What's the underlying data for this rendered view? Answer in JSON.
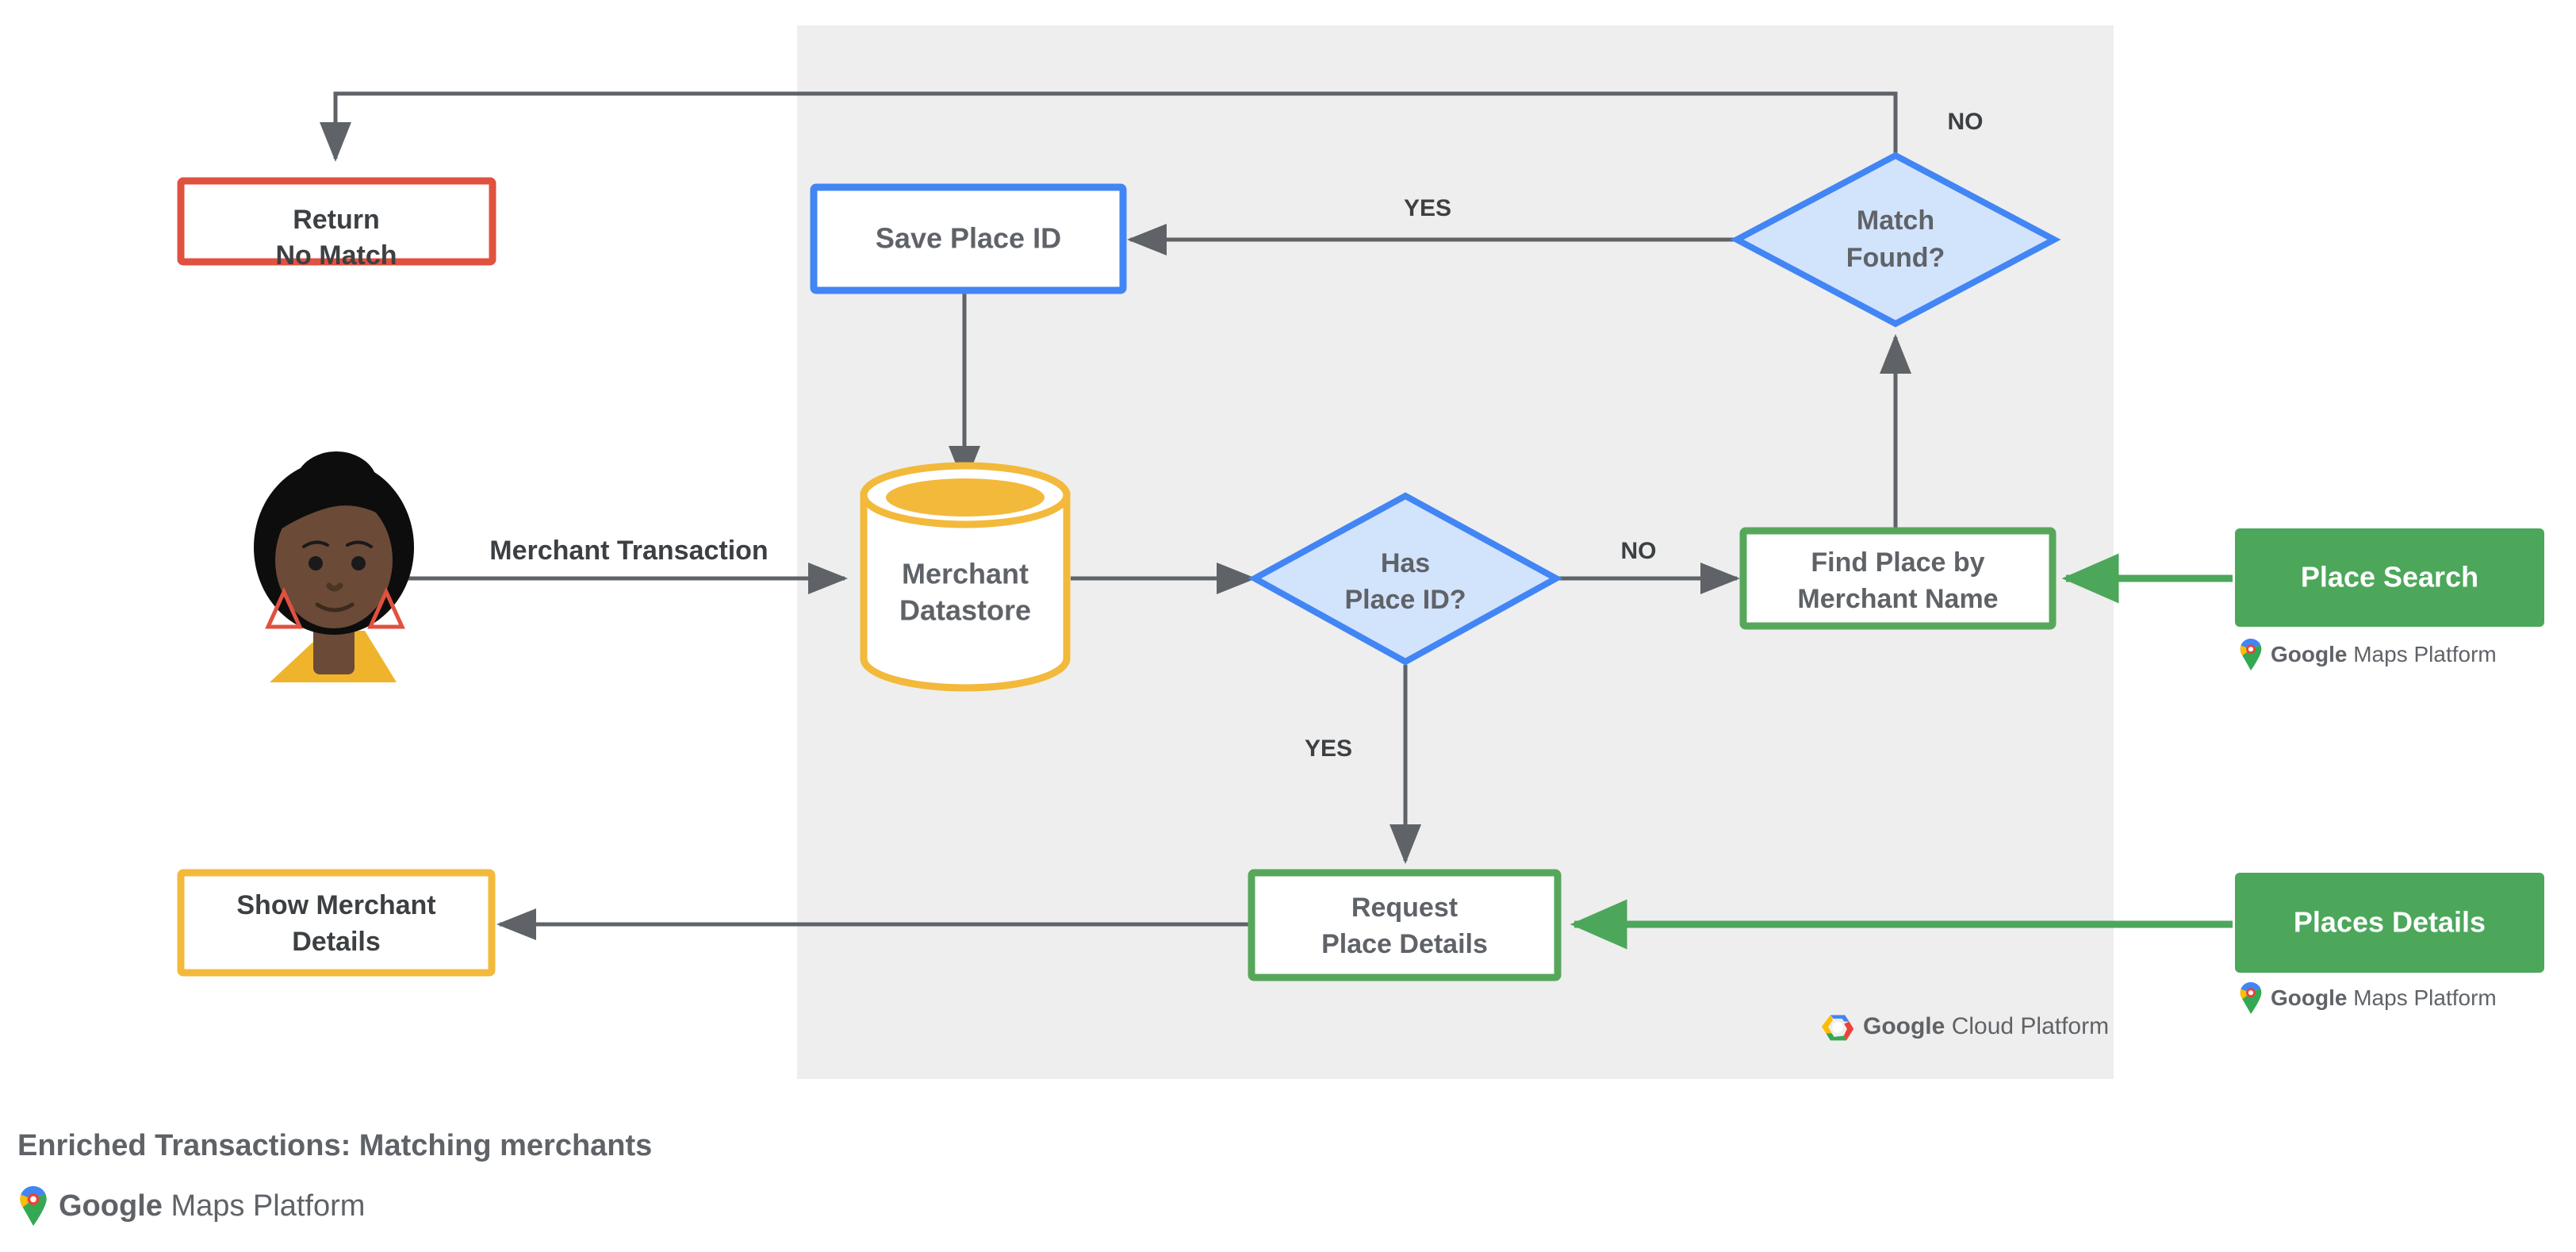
{
  "diagram": {
    "type": "flowchart",
    "title": "Enriched Transactions: Matching merchants",
    "platform_logo": {
      "icon": "google-maps-pin-icon",
      "brand": "Google",
      "product": "Maps Platform"
    },
    "panel": {
      "name": "google-cloud-platform-panel",
      "logo": {
        "icon": "google-cloud-hexagon-icon",
        "brand": "Google",
        "product": "Cloud Platform"
      }
    },
    "actor": {
      "name": "merchant-customer-avatar",
      "label": ""
    },
    "nodes": [
      {
        "id": "return-no-match",
        "shape": "rect",
        "line1": "Return",
        "line2": "No Match",
        "border": "#E0513F",
        "fill": "#FFFFFF",
        "text": "#3c4043"
      },
      {
        "id": "save-place-id",
        "shape": "rect",
        "line1": "Save Place ID",
        "line2": "",
        "border": "#4285F4",
        "fill": "#FFFFFF",
        "text": "#5f6368"
      },
      {
        "id": "match-found",
        "shape": "diamond",
        "line1": "Match",
        "line2": "Found?",
        "border": "#4285F4",
        "fill": "#D2E3FC",
        "text": "#5f6368"
      },
      {
        "id": "merchant-datastore",
        "shape": "cylinder",
        "line1": "Merchant",
        "line2": "Datastore",
        "border": "#F2B93B",
        "fill": "#FFFFFF",
        "text": "#5f6368"
      },
      {
        "id": "has-place-id",
        "shape": "diamond",
        "line1": "Has",
        "line2": "Place ID?",
        "border": "#4285F4",
        "fill": "#D2E3FC",
        "text": "#5f6368"
      },
      {
        "id": "find-place",
        "shape": "rect",
        "line1": "Find Place by",
        "line2": "Merchant Name",
        "border": "#57A75B",
        "fill": "#FFFFFF",
        "text": "#5f6368"
      },
      {
        "id": "request-details",
        "shape": "rect",
        "line1": "Request",
        "line2": "Place Details",
        "border": "#57A75B",
        "fill": "#FFFFFF",
        "text": "#5f6368"
      },
      {
        "id": "show-merchant",
        "shape": "rect",
        "line1": "Show Merchant",
        "line2": "Details",
        "border": "#F2B93B",
        "fill": "#FFFFFF",
        "text": "#3c4043"
      },
      {
        "id": "place-search",
        "shape": "rect",
        "line1": "Place Search",
        "line2": "",
        "border": "#4CA75B",
        "fill": "#4CA75B",
        "text": "#FFFFFF"
      },
      {
        "id": "places-details",
        "shape": "rect",
        "line1": "Places Details",
        "line2": "",
        "border": "#4CA75B",
        "fill": "#4CA75B",
        "text": "#FFFFFF"
      }
    ],
    "edges": [
      {
        "id": "edge-merchant-transaction",
        "label": "Merchant Transaction",
        "from": "merchant-customer-avatar",
        "to": "merchant-datastore",
        "color": "#5f6368"
      },
      {
        "id": "edge-datastore-to-has-place-id",
        "label": "",
        "from": "merchant-datastore",
        "to": "has-place-id",
        "color": "#5f6368"
      },
      {
        "id": "edge-has-place-id-no",
        "label": "NO",
        "from": "has-place-id",
        "to": "find-place",
        "color": "#5f6368"
      },
      {
        "id": "edge-has-place-id-yes",
        "label": "YES",
        "from": "has-place-id",
        "to": "request-details",
        "color": "#5f6368"
      },
      {
        "id": "edge-find-place-to-match-found",
        "label": "",
        "from": "find-place",
        "to": "match-found",
        "color": "#5f6368"
      },
      {
        "id": "edge-match-found-yes",
        "label": "YES",
        "from": "match-found",
        "to": "save-place-id",
        "color": "#5f6368"
      },
      {
        "id": "edge-match-found-no",
        "label": "NO",
        "from": "match-found",
        "to": "return-no-match",
        "color": "#5f6368"
      },
      {
        "id": "edge-save-place-id-to-datastore",
        "label": "",
        "from": "save-place-id",
        "to": "merchant-datastore",
        "color": "#5f6368"
      },
      {
        "id": "edge-request-details-to-show",
        "label": "",
        "from": "request-details",
        "to": "show-merchant",
        "color": "#5f6368"
      },
      {
        "id": "edge-place-search-api",
        "label": "",
        "from": "place-search",
        "to": "find-place",
        "color": "#4CA75B"
      },
      {
        "id": "edge-places-details-api",
        "label": "",
        "from": "places-details",
        "to": "request-details",
        "color": "#4CA75B"
      }
    ],
    "api_labels": [
      {
        "id": "place-search-logo",
        "brand": "Google",
        "product": "Maps Platform"
      },
      {
        "id": "places-details-logo",
        "brand": "Google",
        "product": "Maps Platform"
      }
    ],
    "colors": {
      "panel_bg": "#EEEEEE",
      "page_bg": "#FFFFFF",
      "line": "#5f6368",
      "blue": "#4285F4",
      "blue_fill": "#D2E3FC",
      "green": "#57A75B",
      "green_fill": "#4CA75B",
      "yellow": "#F2B93B",
      "red": "#E0513F",
      "text_gray": "#5f6368",
      "text_dark": "#3c4043"
    }
  }
}
